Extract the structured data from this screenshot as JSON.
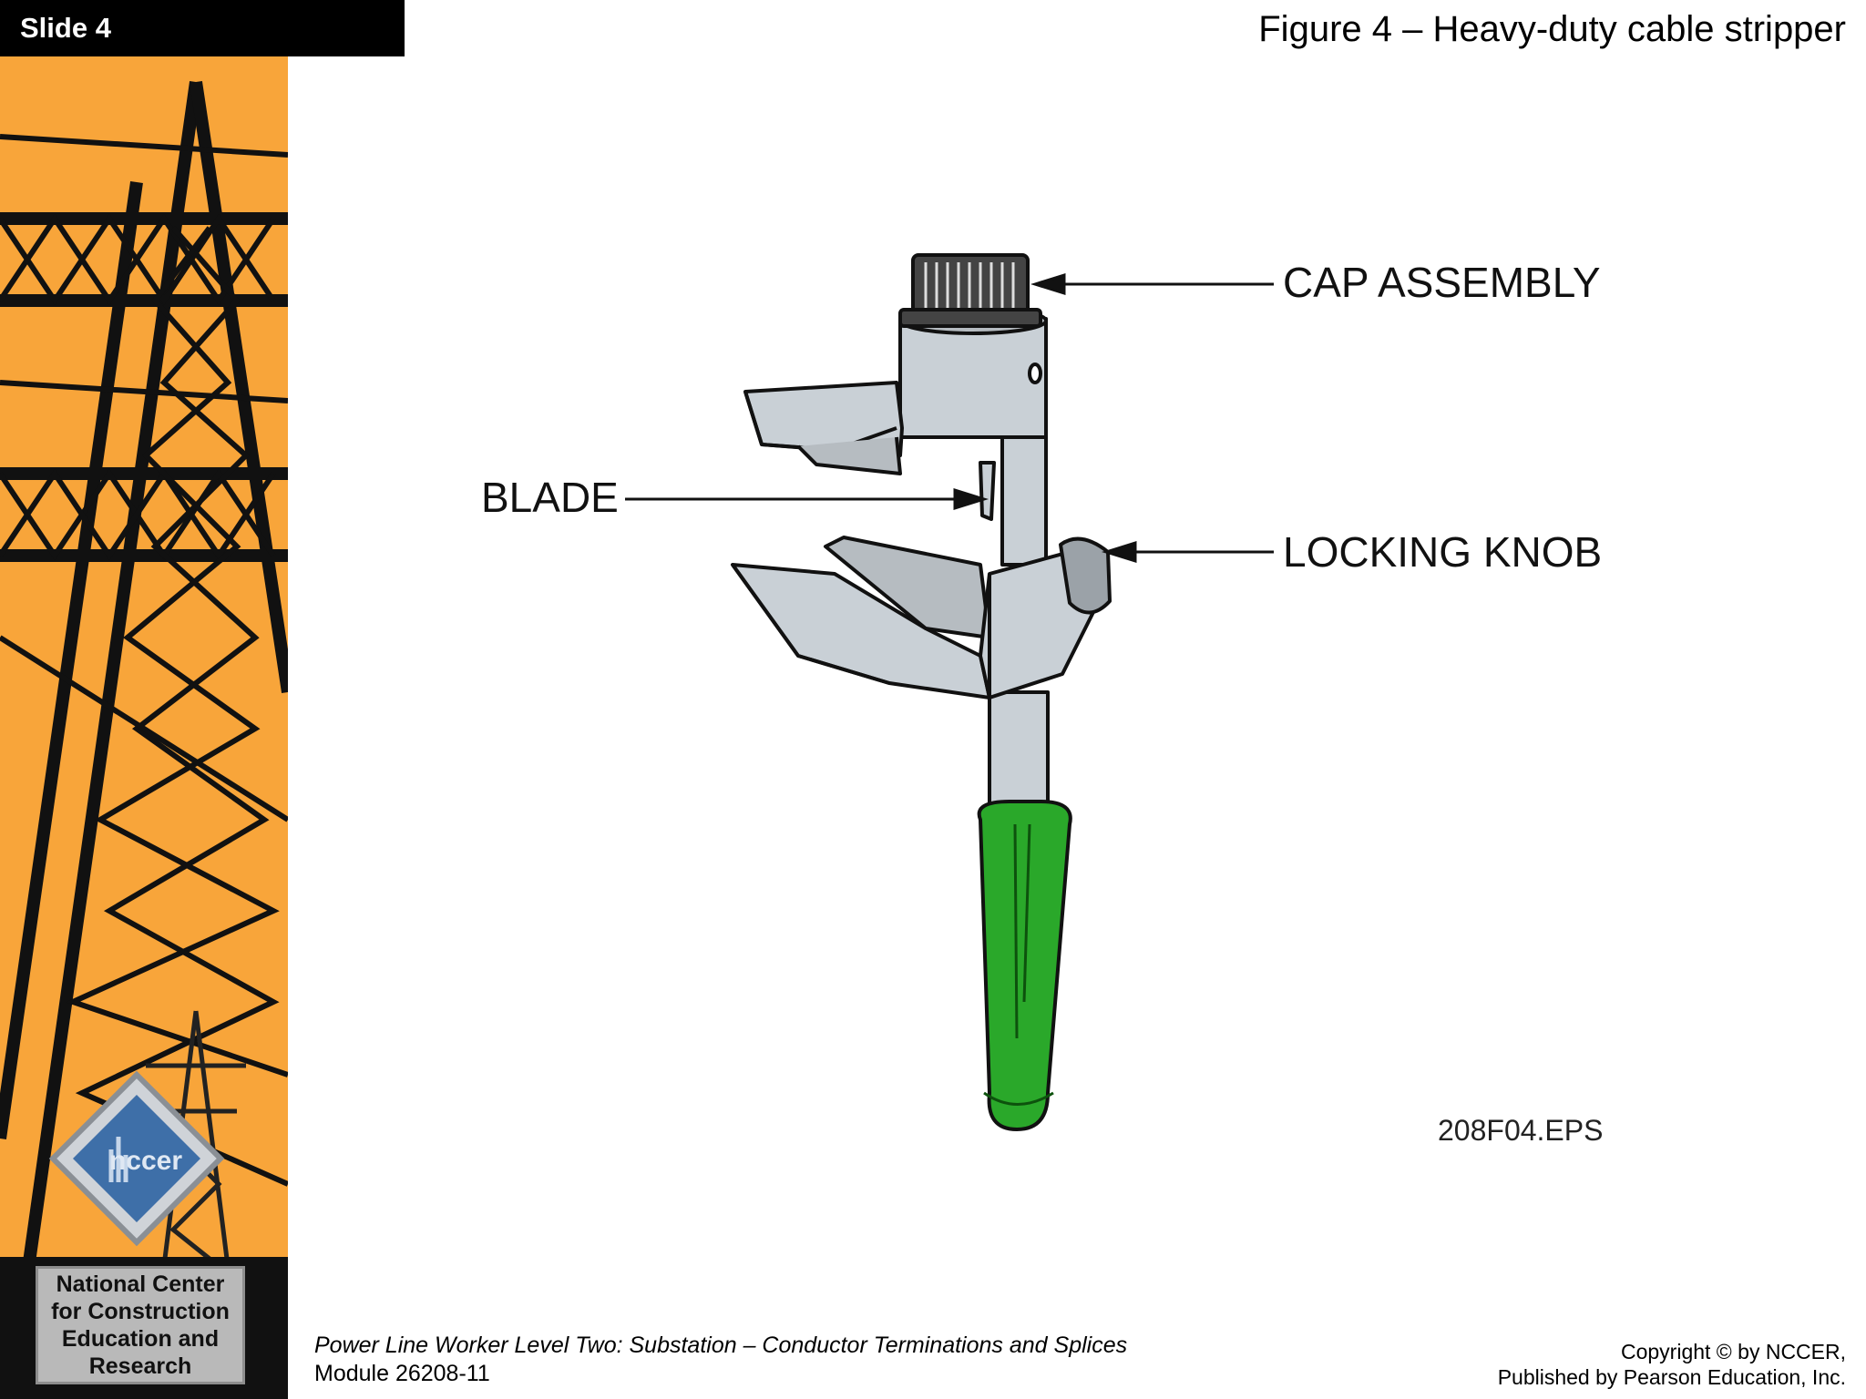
{
  "slide": {
    "label": "Slide 4"
  },
  "figure": {
    "title": "Figure 4 – Heavy-duty cable stripper"
  },
  "illustration": {
    "callouts": {
      "cap": "CAP ASSEMBLY",
      "blade": "BLADE",
      "knob": "LOCKING KNOB"
    },
    "file_ref": "208F04.EPS"
  },
  "logo": {
    "wordmark": "nccer",
    "lines": [
      "National Center",
      "for Construction",
      "Education and",
      "Research"
    ]
  },
  "footer": {
    "course": "Power Line Worker Level Two: Substation – Conductor Terminations and Splices",
    "module": "Module 26208-11",
    "copyright_line1": "Copyright © by NCCER,",
    "copyright_line2": "Published by Pearson Education, Inc."
  },
  "colors": {
    "sidebar": "#f8a53a",
    "handle": "#2aa82a",
    "metal": "#c9d0d6"
  }
}
